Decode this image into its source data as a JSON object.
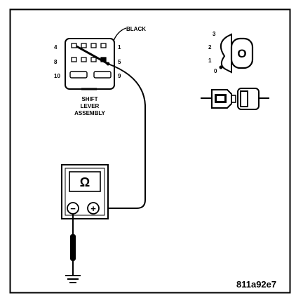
{
  "diagram": {
    "wire_label": "BLACK",
    "assembly_label": [
      "SHIFT",
      "LEVER",
      "ASSEMBLY"
    ],
    "connector_pins": {
      "top_left": "4",
      "top_right": "1",
      "mid_left": "8",
      "mid_right": "5",
      "bottom_left": "10",
      "bottom_right": "9"
    },
    "ignition_positions": [
      "3",
      "2",
      "1",
      "0"
    ],
    "key_glyph": "O",
    "meter_symbol": "Ω",
    "meter_terminals": {
      "negative": "−",
      "positive": "+"
    },
    "figure_code": "811a92e7"
  }
}
